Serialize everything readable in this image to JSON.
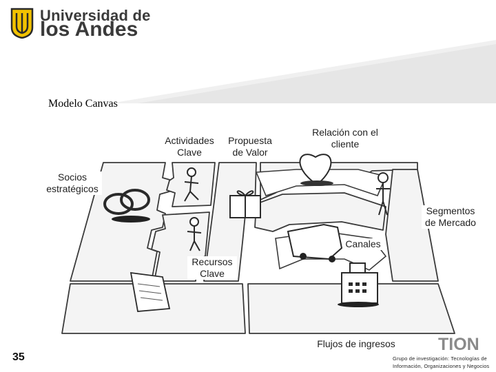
{
  "header": {
    "logo_line1": "Universidad de",
    "logo_line2": "los Andes"
  },
  "title": "Modelo Canvas",
  "canvas_labels": {
    "actividades": "Actividades\nClave",
    "propuesta": "Propuesta\nde Valor",
    "relacion": "Relación con el\ncliente",
    "socios": "Socios\nestratégicos",
    "segmentos": "Segmentos\nde Mercado",
    "canales": "Canales",
    "recursos": "Recursos\nClave",
    "ingresos": "Flujos de ingresos"
  },
  "footer": {
    "page_number": "35",
    "brand": "TION",
    "group_text": "Grupo de investigación: Tecnologías de Información, Organizaciones y Negocios"
  },
  "colors": {
    "logo_yellow": "#f2c200",
    "band_gray": "#e4e4e4",
    "tion_blue": "#1f6fb2",
    "tion_gray": "#8a8a8a"
  }
}
